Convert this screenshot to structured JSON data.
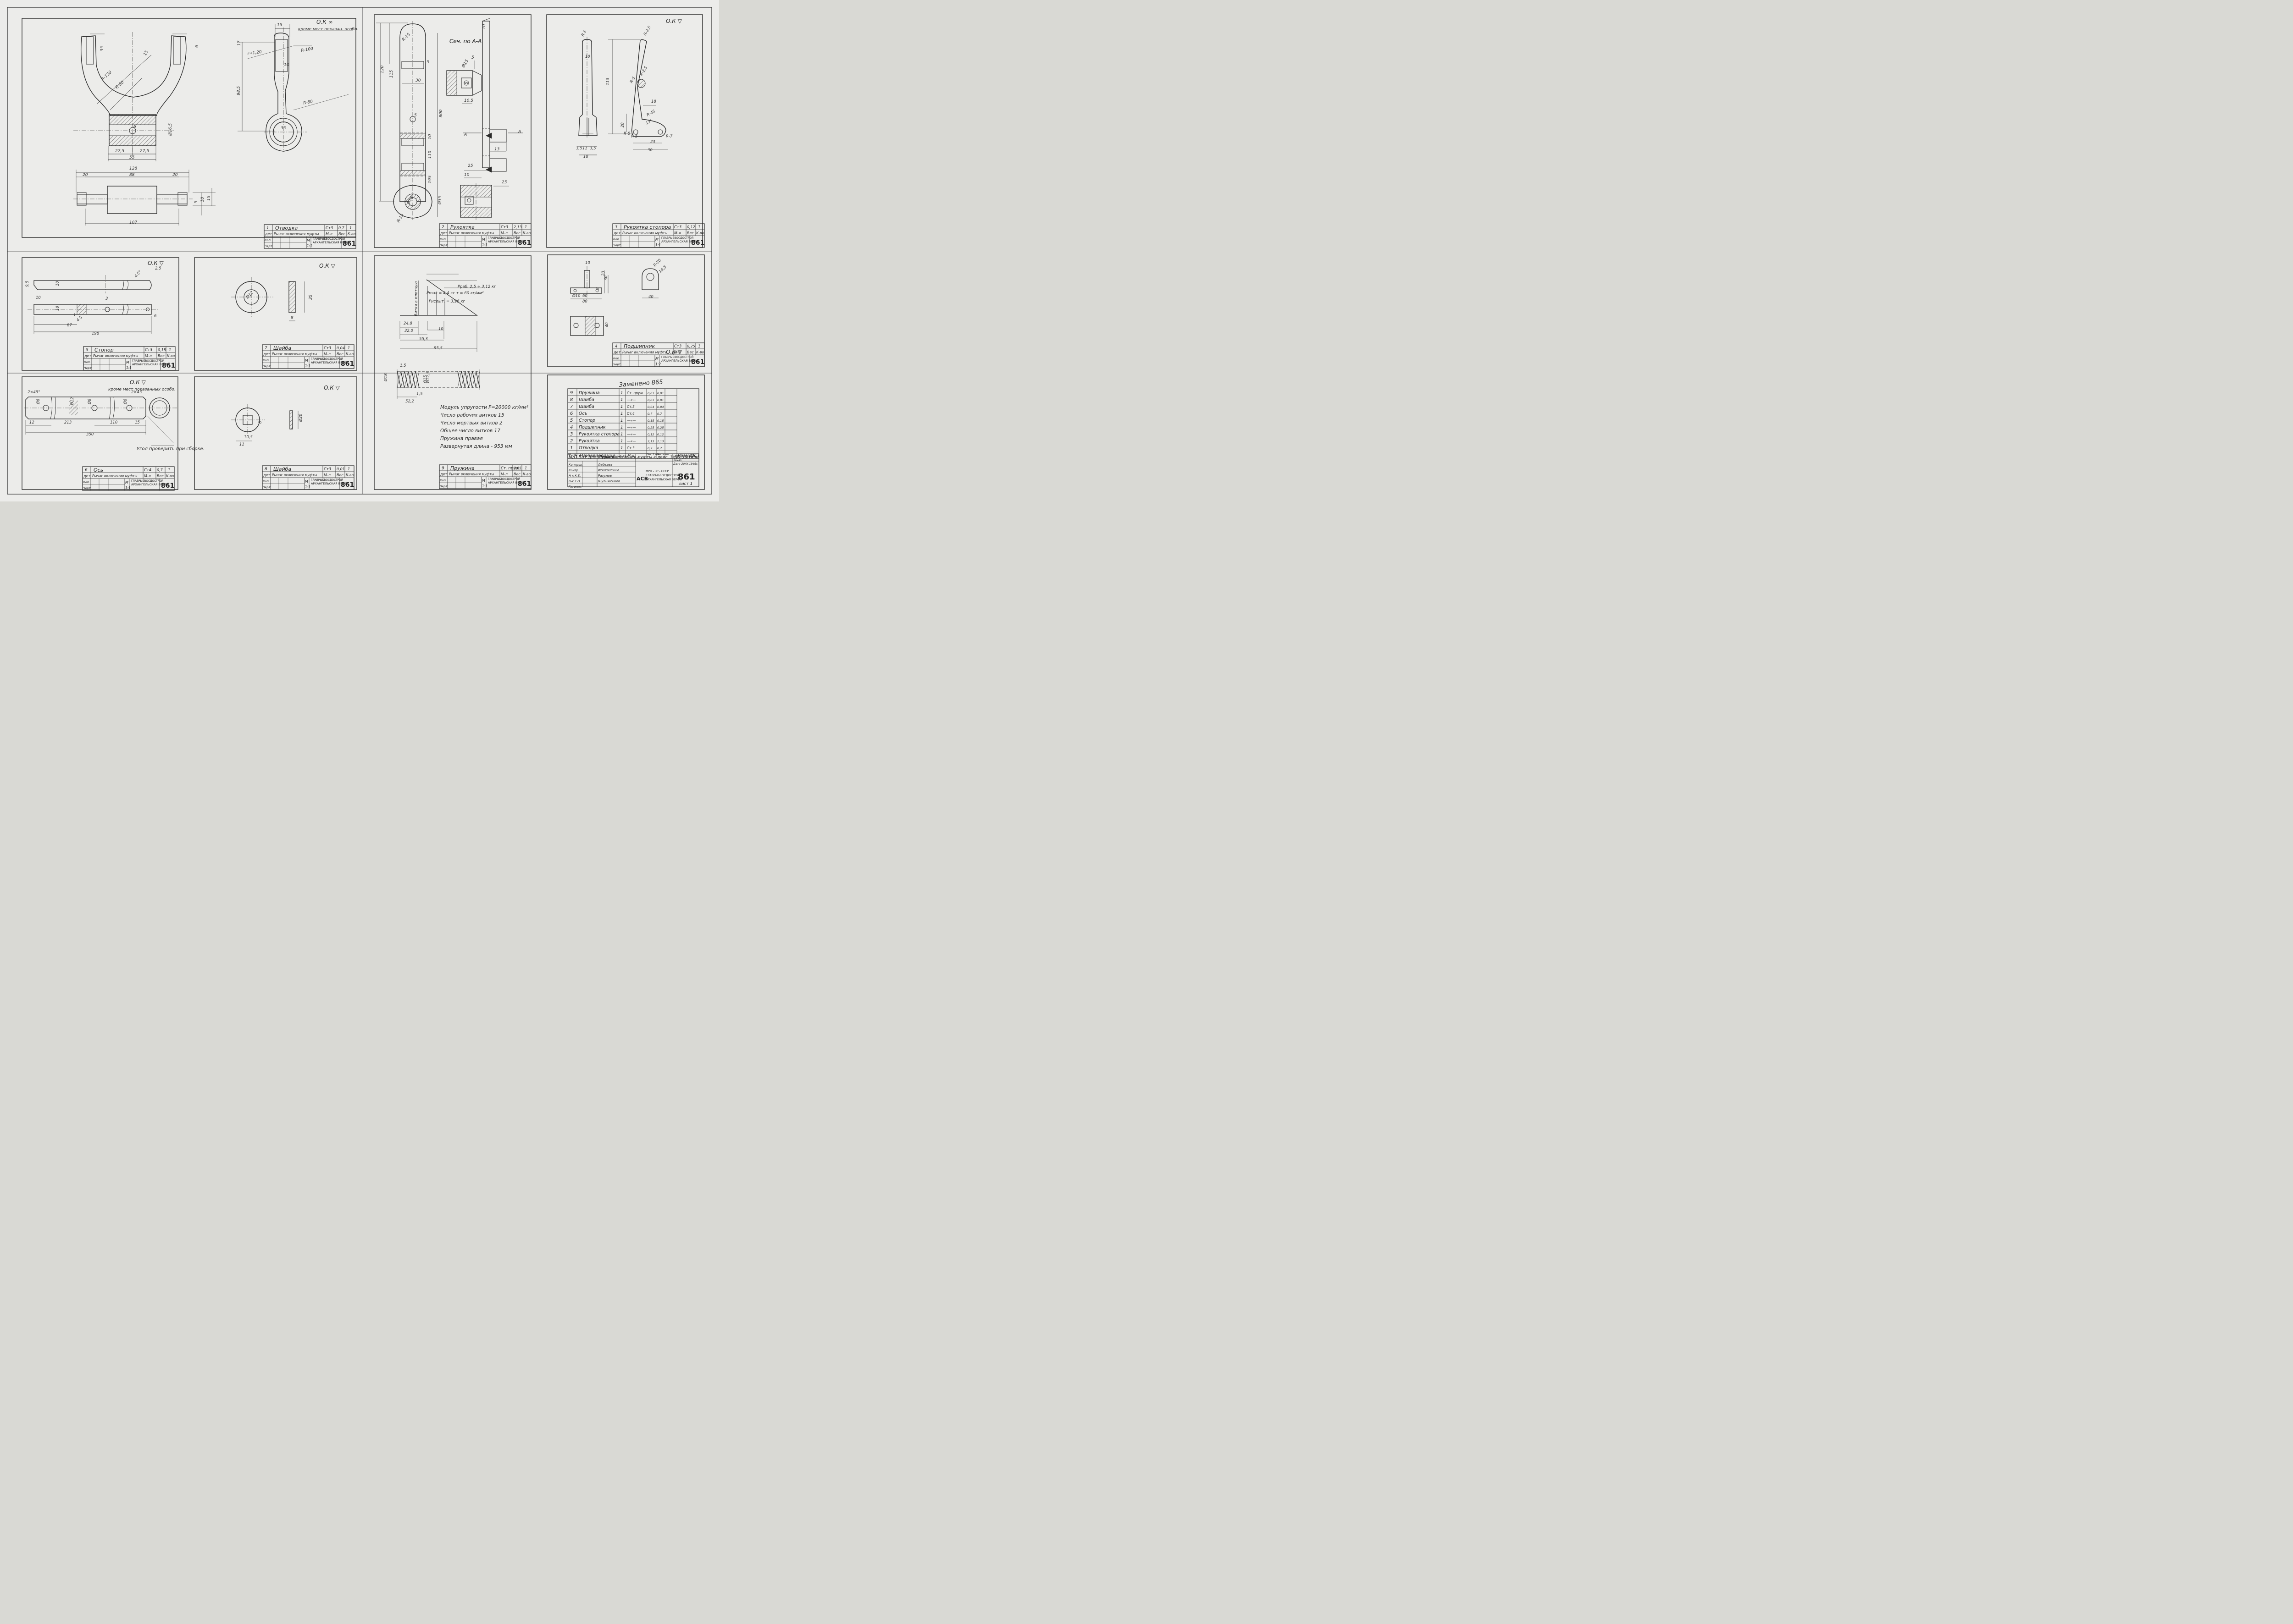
{
  "sheet": {
    "ink": "#2a2a2a",
    "paper": "#ececea",
    "panels": [
      {
        "header": "О.К ∞",
        "header_note": "кроме мест показан. особо."
      },
      {
        "header": "Сеч. по А-А"
      },
      {
        "header": "О.К ▽"
      },
      {
        "header": "О.К ▽"
      },
      {
        "header": "О.К ▽"
      },
      {
        "header": ""
      },
      {
        "header": "О.К ▽"
      },
      {
        "header": "О.К ▽",
        "header_note": "кроме мест показанных особо."
      },
      {
        "header": "О.К ▽"
      },
      {
        "header": ""
      }
    ],
    "parts": [
      {
        "no": "1",
        "name": "Отводка",
        "mat": "Ст3",
        "weight": "0,7",
        "qty": "1",
        "assy": "Рычаг включения муфты",
        "scale": "1:1",
        "shipyard": "ГЛАВРЫБВОСДОСТРОЙ АРХАНГЕЛЬСКАЯ ВЕРФЬ",
        "sheet_no": "861"
      },
      {
        "no": "2",
        "name": "Рукоятка",
        "mat": "Ст3",
        "weight": "2,13",
        "qty": "1",
        "assy": "Рычаг включения муфты",
        "scale": "1:1",
        "shipyard": "ГЛАВРЫБВОСДОСТРОЙ АРХАНГЕЛЬСКАЯ ВЕРФЬ",
        "sheet_no": "861"
      },
      {
        "no": "3",
        "name": "Рукоятка стопора",
        "mat": "Ст3",
        "weight": "0,12",
        "qty": "1",
        "assy": "Рычаг включения муфты",
        "scale": "1:1",
        "shipyard": "ГЛАВРЫБВОСДОСТРОЙ АРХАНГЕЛЬСКАЯ ВЕРФЬ",
        "sheet_no": "861"
      },
      {
        "no": "5",
        "name": "Стопор",
        "mat": "Ст3",
        "weight": "0,15",
        "qty": "1",
        "assy": "Рычаг включения муфты",
        "scale": "1:1",
        "shipyard": "ГЛАВРЫБВОСДОСТРОЙ АРХАНГЕЛЬСКАЯ ВЕРФЬ",
        "sheet_no": "861"
      },
      {
        "no": "7",
        "name": "Шайба",
        "mat": "Ст3",
        "weight": "0,04",
        "qty": "1",
        "assy": "Рычаг включения муфты",
        "scale": "1:1",
        "shipyard": "ГЛАВРЫБВОСДОСТРОЙ АРХАНГЕЛЬСКАЯ ВЕРФЬ",
        "sheet_no": "861"
      },
      {
        "no": "4",
        "name": "Подшипник",
        "mat": "Ст3",
        "weight": "0,25",
        "qty": "1",
        "assy": "Рычаг включения муфты",
        "scale": "1:2",
        "shipyard": "ГЛАВРЫБВОСДОСТРОЙ АРХАНГЕЛЬСКАЯ ВЕРФЬ",
        "sheet_no": "861"
      },
      {
        "no": "6",
        "name": "Ось",
        "mat": "Ст4",
        "weight": "0,7",
        "qty": "1",
        "assy": "Рычаг включения муфты",
        "scale": "1:1",
        "shipyard": "ГЛАВРЫБВОСДОСТРОЙ АРХАНГЕЛЬСКАЯ ВЕРФЬ",
        "sheet_no": "861"
      },
      {
        "no": "8",
        "name": "Шайба",
        "mat": "Ст3",
        "weight": "0,01",
        "qty": "1",
        "assy": "Рычаг включения муфты",
        "scale": "1:1",
        "shipyard": "ГЛАВРЫБВОСДОСТРОЙ АРХАНГЕЛЬСКАЯ ВЕРФЬ",
        "sheet_no": "861"
      },
      {
        "no": "9",
        "name": "Пружина",
        "mat": "Ст. пруж.",
        "weight": "0,01",
        "qty": "1",
        "assy": "Рычаг включения муфты",
        "scale": "1:1",
        "shipyard": "ГЛАВРЫБВОСДОСТРОЙ АРХАНГЕЛЬСКАЯ ВЕРФЬ",
        "sheet_no": "861"
      }
    ],
    "tb_labels": {
      "det": "дет",
      "ves": "Вес",
      "mat_short": "М-л",
      "kol": "К-во",
      "kop": "Коп.",
      "chert": "Черт.",
      "scale_m": "М"
    },
    "dims": {
      "p1": [
        "35",
        "15",
        "6",
        "R-120",
        "R-50",
        "R-80",
        "Ø16,5",
        "6",
        "27,5",
        "27,5",
        "55",
        "128",
        "20",
        "88",
        "20",
        "5",
        "10",
        "15",
        "107",
        "15",
        "17",
        "R-100",
        "10",
        "98,5",
        "35",
        "r=1,20"
      ],
      "p2": [
        "R-15",
        "5",
        "120",
        "115",
        "30",
        "5",
        "800",
        "10",
        "110",
        "195",
        "Ø35",
        "R-15",
        "Ø18",
        "10",
        "Ø15",
        "5",
        "10,5",
        "5",
        "13",
        "25",
        "10",
        "25",
        "A",
        "A"
      ],
      "p3": [
        "R-5",
        "R-2,5",
        "10",
        "113",
        "R-2,5",
        "R-5",
        "R-45",
        "18",
        "20",
        "R-5",
        "R-7",
        "R-5",
        "13°",
        "3,5",
        "11",
        "3,5",
        "18",
        "23",
        "30"
      ],
      "p4": [
        "2,5",
        "4,5°",
        "9,5",
        "10",
        "10",
        "3",
        "6",
        "10",
        "87",
        "198",
        "1",
        "4,5"
      ],
      "p5": [
        "Ø12",
        "35",
        "8"
      ],
      "p6": [
        "10",
        "30",
        "20",
        "8",
        "60",
        "80",
        "Ø10",
        "R-20",
        "18,5",
        "40",
        "40"
      ],
      "p7": [
        "2×45°",
        "Ø6",
        "Ø12",
        "Ø6",
        "Ø6",
        "12",
        "213",
        "110",
        "15",
        "350",
        "2×45"
      ],
      "p8": [
        "10,5",
        "Ø20",
        "11",
        "8"
      ],
      "p9": [
        "Pmax = 4,4 кг  τ = 60 кг/мм²",
        "Pиспыт. = 3,96 кг",
        "Pраб. 2,5 ÷ 3,12 кг",
        "Витки в плотную",
        "24,8",
        "32,0",
        "10",
        "55,3",
        "95,5",
        "1,5",
        "Ø18",
        "Ø15",
        "Ø12,5",
        "1,5",
        "52,2"
      ]
    },
    "angle_note": "Угол проверить при сборке.",
    "spring_notes": [
      "Модуль упругости  F=20000 кг/мм²",
      "Число рабочих витков 15",
      "Число мертвых витков 2",
      "Общее число витков 17",
      "Пружина правая",
      "Развернутая длина - 953 мм"
    ],
    "handwritten_note": "Заменено  865",
    "bom": {
      "rows": [
        {
          "no": "9",
          "name": "Пружина",
          "qty": "1",
          "mat": "Ст. пруж.",
          "w1": "0,01",
          "w2": "0,01"
        },
        {
          "no": "8",
          "name": "Шайба",
          "qty": "1",
          "mat": "—«—",
          "w1": "0,01",
          "w2": "0,01"
        },
        {
          "no": "7",
          "name": "Шайба",
          "qty": "1",
          "mat": "Ст.3",
          "w1": "0,04",
          "w2": "0,04"
        },
        {
          "no": "6",
          "name": "Ось",
          "qty": "1",
          "mat": "Ст.4",
          "w1": "0,7",
          "w2": "0,7"
        },
        {
          "no": "5",
          "name": "Стопор",
          "qty": "1",
          "mat": "—«—",
          "w1": "0,15",
          "w2": "0,15"
        },
        {
          "no": "4",
          "name": "Подшипник",
          "qty": "1",
          "mat": "—«—",
          "w1": "0,25",
          "w2": "0,25"
        },
        {
          "no": "3",
          "name": "Рукоятка стопора",
          "qty": "1",
          "mat": "—«—",
          "w1": "0,12",
          "w2": "0,12"
        },
        {
          "no": "2",
          "name": "Рукоятка",
          "qty": "1",
          "mat": "—«—",
          "w1": "2,13",
          "w2": "2,13"
        },
        {
          "no": "1",
          "name": "Отводка",
          "qty": "1",
          "mat": "Ст.3",
          "w1": "0,7",
          "w2": "0,7"
        }
      ],
      "head": {
        "no": "№ дет.",
        "name": "Наименование",
        "qty": "К-во",
        "mat": "М-л",
        "w1": "Вес 1 шт.",
        "w2": "Вес к-ва",
        "size": "Размер",
        "ost": "ОСТ"
      }
    },
    "main_title": {
      "project": "М/П Бот для Мурмана",
      "drawing": "Рычаг включения муфты к двиг. 3-Д6. Детали.",
      "scale_note": "М-1:1; 1:2;",
      "order": "Заказ",
      "date": "Дата 20/IX-1946г.",
      "ministry": "МРП - ЗР - СССР ГЛАВРЫБВОСДОСТРОЙ АРХАНГЕЛЬСКАЯ ВЕРФЬ",
      "logo": "АСВ",
      "sheet_no": "861",
      "sheet": "лист 1",
      "roles": [
        "Копиров.",
        "Контр.",
        "Н-к К.Б.",
        "Н-к Т.О.",
        "Гл. инж."
      ],
      "names": [
        "Лебедев",
        "Фонтанский",
        "Разумов",
        "Шульженков"
      ]
    }
  }
}
